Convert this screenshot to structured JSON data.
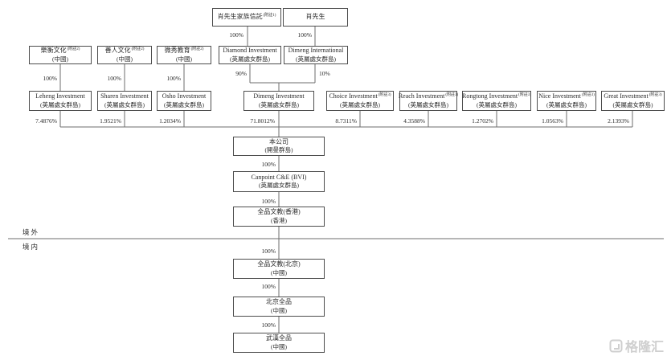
{
  "entities": {
    "trust": {
      "name": "肖先生家族信託",
      "note": "(附註1)"
    },
    "mr_xiao": {
      "name": "肖先生"
    },
    "leheng_culture": {
      "name": "樂衡文化",
      "note": "(附註2)",
      "sub": "(中國)"
    },
    "sharen_culture": {
      "name": "善人文化",
      "note": "(附註2)",
      "sub": "(中國)"
    },
    "weixiu_education": {
      "name": "微秀教育",
      "note": "(附註2)",
      "sub": "(中國)"
    },
    "diamond": {
      "name": "Diamond Investment",
      "sub": "(英屬處女群島)"
    },
    "dimeng_intl": {
      "name": "Dimeng International",
      "sub": "(英屬處女群島)"
    },
    "leheng": {
      "name": "Leheng Investment",
      "sub": "(英屬處女群島)",
      "pct": "7.4876%"
    },
    "sharen": {
      "name": "Sharen Investment",
      "sub": "(英屬處女群島)",
      "pct": "1.9521%"
    },
    "osho": {
      "name": "Osho Investment",
      "sub": "(英屬處女群島)",
      "pct": "1.2034%"
    },
    "dimeng": {
      "name": "Dimeng Investment",
      "sub": "(英屬處女群島)",
      "pct": "71.8012%"
    },
    "choice": {
      "name": "Choice Investment",
      "note": "(附註3)",
      "sub": "(英屬處女群島)",
      "pct": "8.7311%"
    },
    "reach": {
      "name": "Reach Investment",
      "note": "(附註3)",
      "sub": "(英屬處女群島)",
      "pct": "4.3588%"
    },
    "rongtong": {
      "name": "Rongtong Investment",
      "note": "(附註3)",
      "sub": "(英屬處女群島)",
      "pct": "1.2702%"
    },
    "nice": {
      "name": "Nice Investment",
      "note": "(附註3)",
      "sub": "(英屬處女群島)",
      "pct": "1.0563%"
    },
    "great": {
      "name": "Great Investment",
      "note": "(附註3)",
      "sub": "(英屬處女群島)",
      "pct": "2.1393%"
    },
    "company": {
      "name": "本公司",
      "sub": "(開曼群島)"
    },
    "canpoint_bvi": {
      "name": "Canpoint C&E (BVI)",
      "sub": "(英屬處女群島)"
    },
    "qp_hk": {
      "name": "全品文教(香港)",
      "sub": "(香港)"
    },
    "qp_bj": {
      "name": "全品文教(北京)",
      "sub": "(中國)"
    },
    "beijing_qp": {
      "name": "北京全品",
      "sub": "(中國)"
    },
    "wuhan_qp": {
      "name": "武漢全品",
      "sub": "(中國)"
    }
  },
  "edges": {
    "pct100": "100%",
    "pct90": "90%",
    "pct10": "10%"
  },
  "zones": {
    "offshore": "境外",
    "onshore": "境内"
  },
  "watermark": {
    "brand": "格隆汇"
  }
}
